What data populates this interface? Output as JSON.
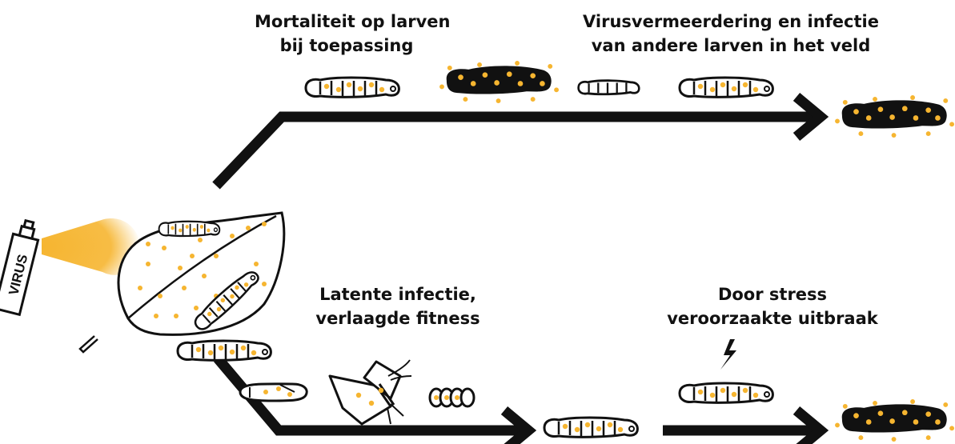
{
  "colors": {
    "virus": "#f6b530",
    "ink": "#111111",
    "paper": "#ffffff"
  },
  "spray_can": {
    "text": "VIRUS"
  },
  "top_path": {
    "label_mortality": [
      "Mortaliteit op larven",
      "bij toepassing"
    ],
    "label_spread": [
      "Virusvermeerdering en infectie",
      "van andere larven in het veld"
    ]
  },
  "bottom_path": {
    "label_latent": [
      "Latente infectie,",
      "verlaagde fitness"
    ],
    "label_outbreak": [
      "Door stress",
      "veroorzaakte uitbraak"
    ],
    "stress_icon": "lightning-icon"
  }
}
